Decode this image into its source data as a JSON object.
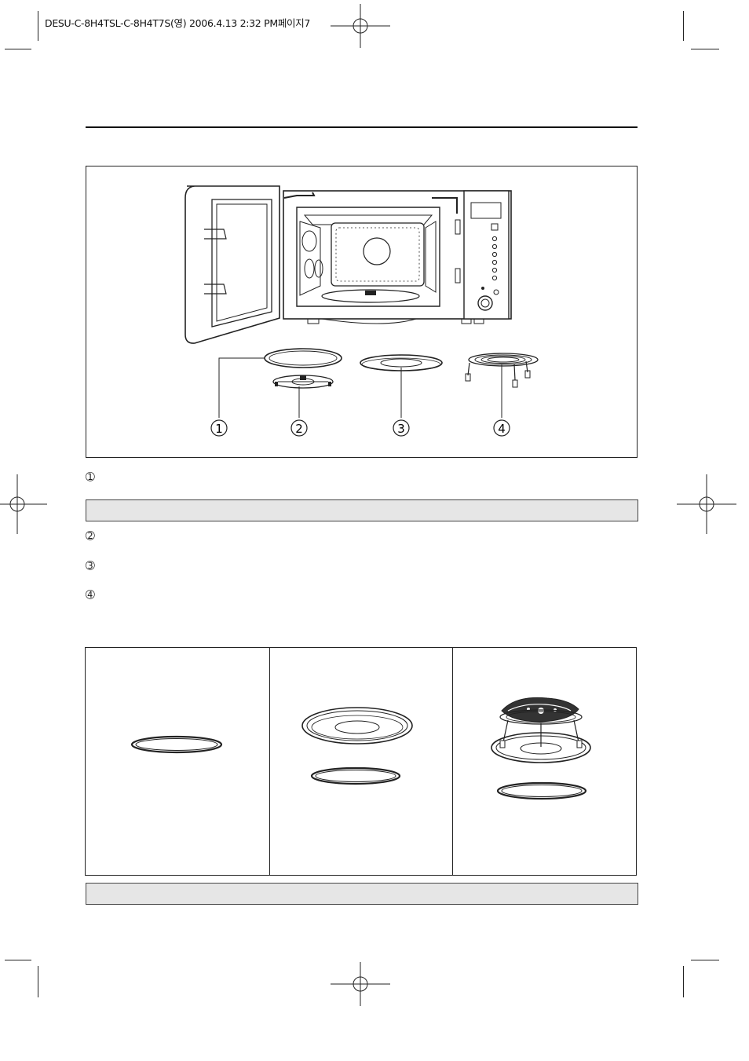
{
  "header": {
    "file_info": "DESU-C-8H4TSL-C-8H4T7S(영) 2006.4.13 2:32 PM페이지7"
  },
  "figure": {
    "callouts": [
      "1",
      "2",
      "3",
      "4"
    ]
  },
  "list_markers": [
    "➀",
    "➁",
    "➂",
    "➃"
  ],
  "icons": {
    "microwave": "microwave-oven-icon",
    "roller_ring": "roller-ring-icon",
    "coupler": "coupler-icon",
    "turntable": "turntable-icon",
    "rack": "rack-icon"
  }
}
